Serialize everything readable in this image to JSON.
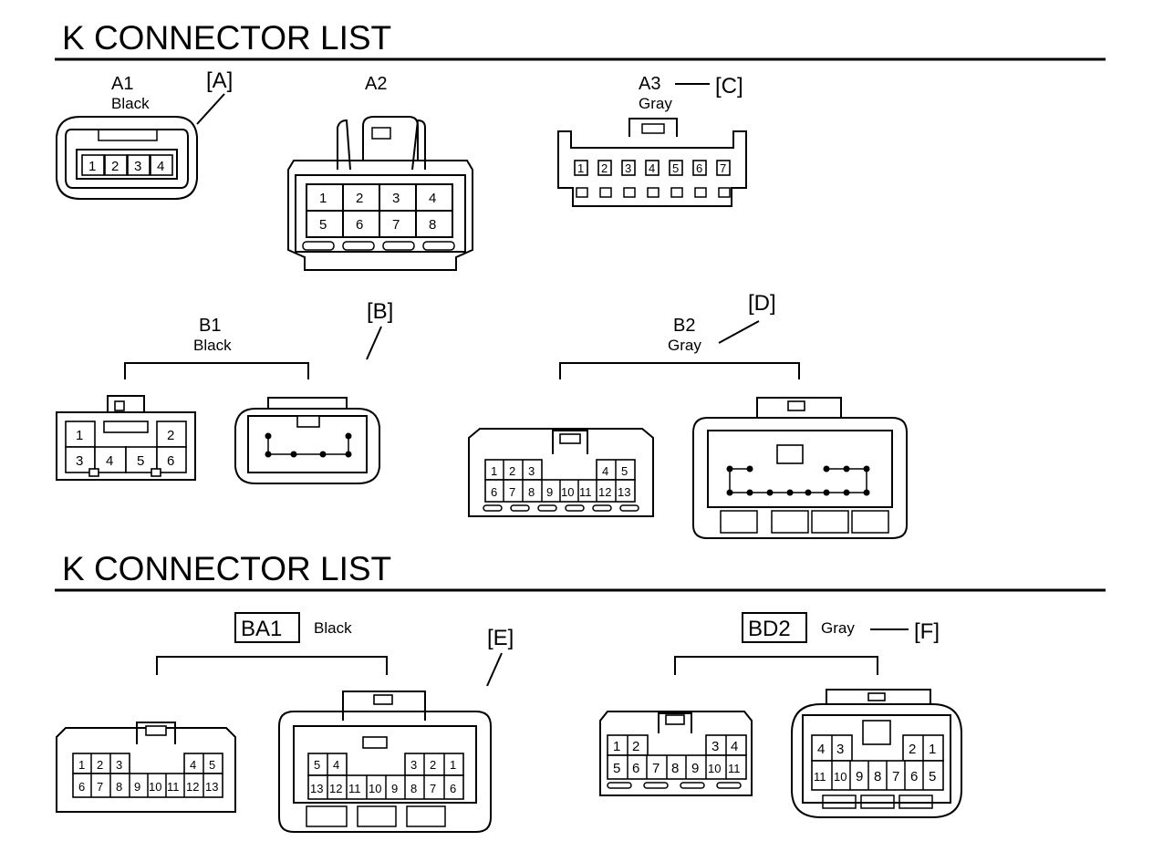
{
  "title": "K  CONNECTOR LIST",
  "title2": "K  CONNECTOR LIST",
  "connectors": {
    "A1": {
      "code": "A1",
      "color": "Black",
      "callout": "[A]",
      "pins": [
        "1",
        "2",
        "3",
        "4"
      ]
    },
    "A2": {
      "code": "A2",
      "callout": "",
      "pins": [
        "1",
        "2",
        "3",
        "4",
        "5",
        "6",
        "7",
        "8"
      ]
    },
    "A3": {
      "code": "A3",
      "color": "Gray",
      "callout": "[C]",
      "pins": [
        "1",
        "2",
        "3",
        "4",
        "5",
        "6",
        "7"
      ]
    },
    "B1": {
      "code": "B1",
      "color": "Black",
      "callout": "[B]",
      "pins": [
        "1",
        "2",
        "3",
        "4",
        "5",
        "6"
      ]
    },
    "B2": {
      "code": "B2",
      "color": "Gray",
      "callout": "[D]",
      "pins": [
        "1",
        "2",
        "3",
        "4",
        "5",
        "6",
        "7",
        "8",
        "9",
        "10",
        "11",
        "12",
        "13"
      ]
    },
    "BA1": {
      "code": "BA1",
      "color": "Black",
      "callout": "[E]",
      "front_top": [
        "1",
        "2",
        "3",
        "4",
        "5"
      ],
      "front_bottom": [
        "6",
        "7",
        "8",
        "9",
        "10",
        "11",
        "12",
        "13"
      ],
      "rear_top": [
        "5",
        "4",
        "3",
        "2",
        "1"
      ],
      "rear_bottom": [
        "13",
        "12",
        "11",
        "10",
        "9",
        "8",
        "7",
        "6"
      ]
    },
    "BD2": {
      "code": "BD2",
      "color": "Gray",
      "callout": "[F]",
      "front_top": [
        "1",
        "2",
        "3",
        "4"
      ],
      "front_bottom": [
        "5",
        "6",
        "7",
        "8",
        "9",
        "10",
        "11"
      ],
      "rear_top": [
        "4",
        "3",
        "2",
        "1"
      ],
      "rear_bottom": [
        "11",
        "10",
        "9",
        "8",
        "7",
        "6",
        "5"
      ]
    }
  }
}
